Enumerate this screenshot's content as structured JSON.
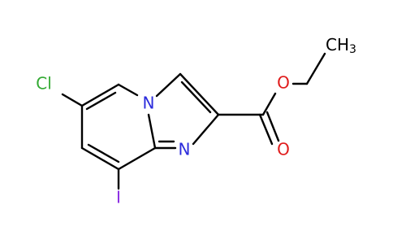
{
  "atoms": {
    "chlorine": "Cl",
    "iodine": "I",
    "ring_nitrogen_bridge": "N",
    "ring_nitrogen": "N",
    "carbonyl_oxygen": "O",
    "ester_oxygen": "O",
    "methyl_c": "CH",
    "methyl_subscript": "3"
  },
  "colors": {
    "carbon_bonds": "#000000",
    "chlorine": "#33aa33",
    "iodine": "#8a2be2",
    "nitrogen": "#2b2bdc",
    "oxygen": "#e01b1b",
    "carbon": "#000000"
  }
}
